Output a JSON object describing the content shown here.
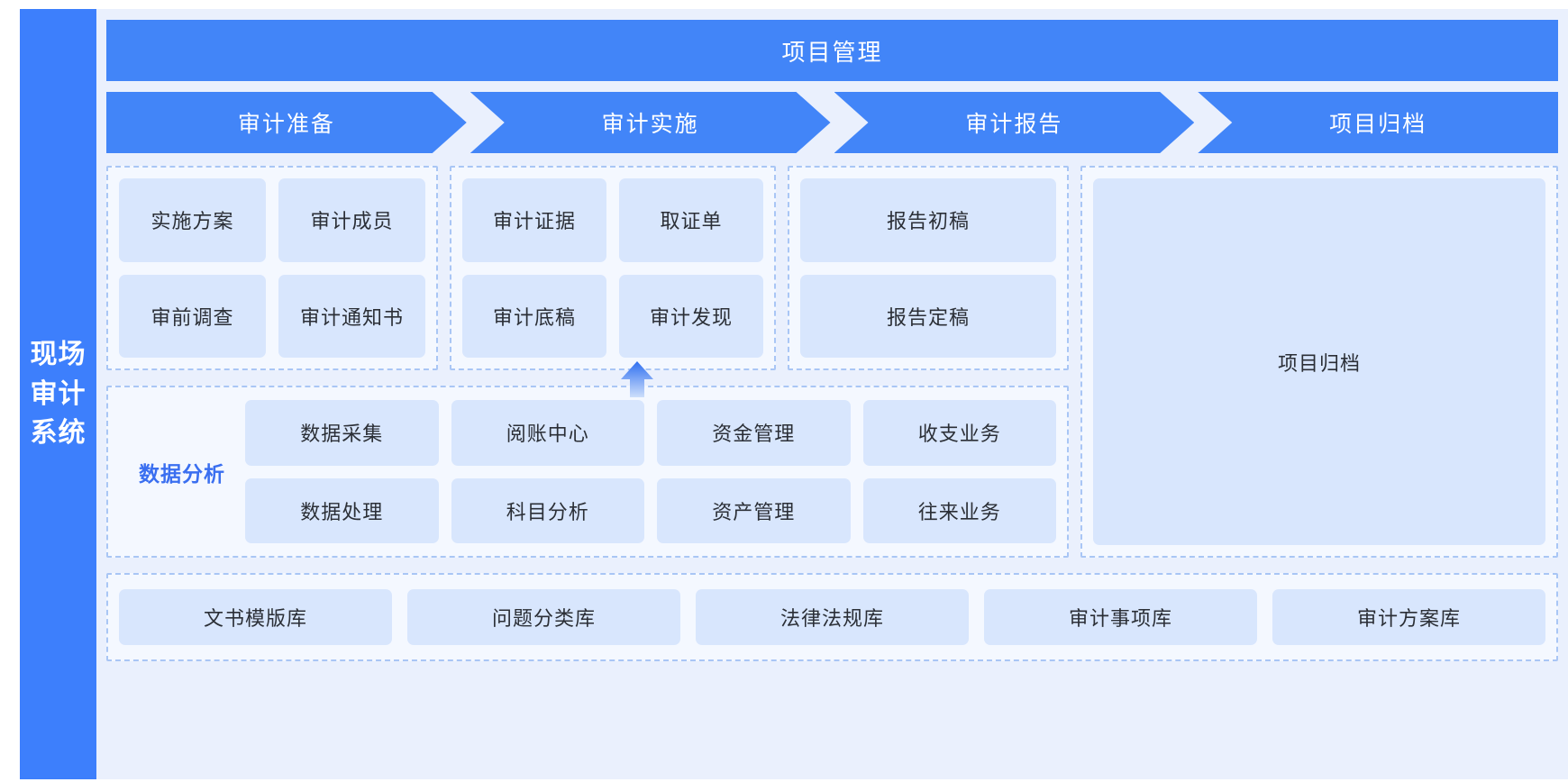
{
  "brand": {
    "name": "现场审计系统"
  },
  "header": {
    "title": "项目管理"
  },
  "stages": [
    {
      "label": "审计准备"
    },
    {
      "label": "审计实施"
    },
    {
      "label": "审计报告"
    },
    {
      "label": "项目归档"
    }
  ],
  "phases": {
    "preparation": {
      "tiles": [
        "实施方案",
        "审计成员",
        "审前调查",
        "审计通知书"
      ]
    },
    "implementation": {
      "tiles": [
        "审计证据",
        "取证单",
        "审计底稿",
        "审计发现"
      ]
    },
    "report": {
      "tiles": [
        "报告初稿",
        "报告定稿"
      ]
    },
    "archive": {
      "label": "项目归档"
    }
  },
  "analysis": {
    "label": "数据分析",
    "tiles": [
      "数据采集",
      "阅账中心",
      "资金管理",
      "收支业务",
      "数据处理",
      "科目分析",
      "资产管理",
      "往来业务"
    ]
  },
  "libraries": [
    "文书模版库",
    "问题分类库",
    "法律法规库",
    "审计事项库",
    "审计方案库"
  ],
  "colors": {
    "brand_blue": "#3d7ffc",
    "banner_blue": "#4285f8",
    "tile_blue": "#d8e6fd",
    "canvas_blue": "#eaf0fd",
    "dash_border": "#a9c6f5",
    "analysis_label": "#3a6ff0"
  },
  "icons": {
    "flow_arrow": "up-arrow-icon"
  }
}
